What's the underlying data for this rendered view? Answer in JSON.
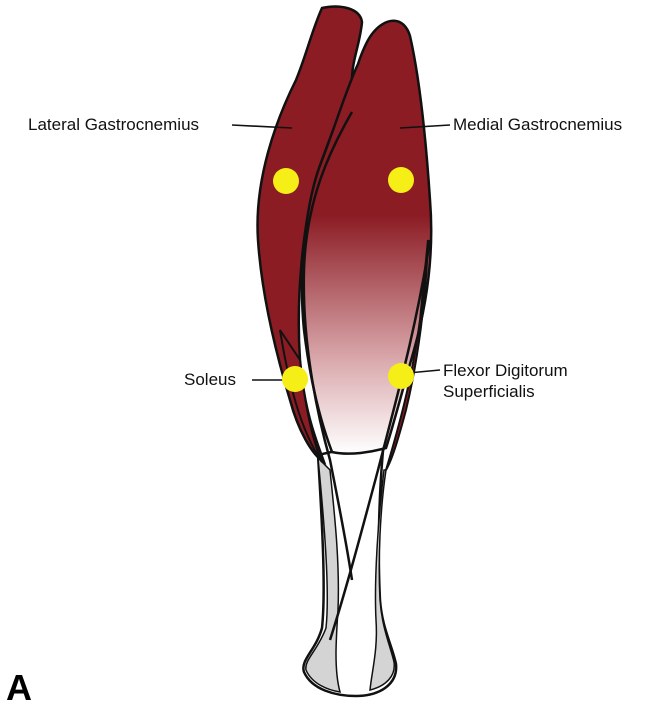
{
  "figure": {
    "panel_letter": "A",
    "colors": {
      "muscle": "#8b1c24",
      "tendon": "#d4d4d4",
      "point": "#f6ee17",
      "outline": "#111111"
    },
    "labels": {
      "lateral_gastrocnemius": "Lateral Gastrocnemius",
      "medial_gastrocnemius": "Medial Gastrocnemius",
      "soleus": "Soleus",
      "fds_line1": "Flexor Digitorum",
      "fds_line2": "Superficialis"
    }
  }
}
